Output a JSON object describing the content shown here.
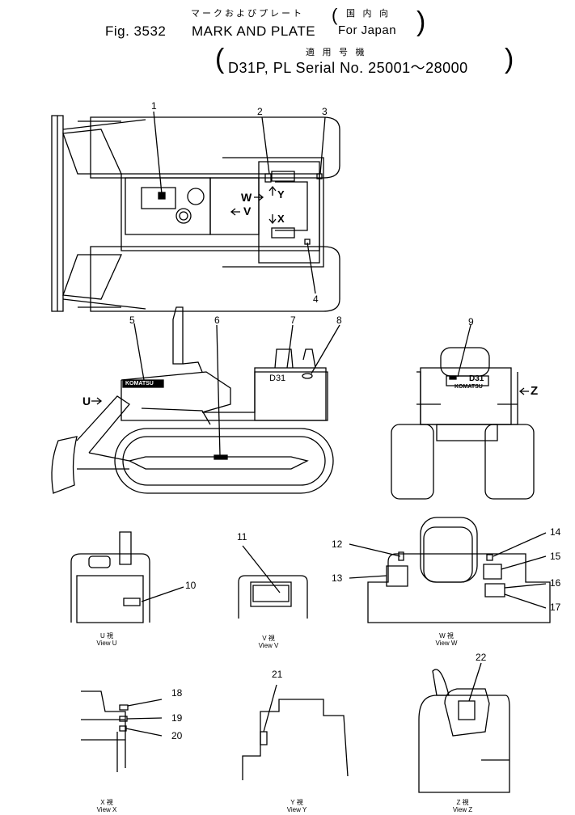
{
  "header": {
    "jp_title": "マークおよびプレート",
    "jp_market": "国 内 向",
    "fig_label": "Fig. 3532",
    "en_title": "MARK AND PLATE",
    "market": "For Japan",
    "jp_applicable": "適 用 号 機",
    "serial_open": "(",
    "serial": "D31P, PL  Serial No. 25001～28000",
    "serial_close": ")"
  },
  "drawing_labels": {
    "brand_side": "KOMATSU",
    "brand_rear": "KOMATSU",
    "model_side": "D31",
    "model_rear": "D31",
    "view_w": "W",
    "view_v": "V",
    "view_y": "Y",
    "view_x": "X",
    "view_u": "U",
    "view_z": "Z"
  },
  "callouts": [
    "1",
    "2",
    "3",
    "4",
    "5",
    "6",
    "7",
    "8",
    "9",
    "10",
    "11",
    "12",
    "13",
    "14",
    "15",
    "16",
    "17",
    "18",
    "19",
    "20",
    "21",
    "22"
  ],
  "views": [
    {
      "jp": "U 視",
      "en": "View  U"
    },
    {
      "jp": "V 視",
      "en": "View  V"
    },
    {
      "jp": "W 視",
      "en": "View  W"
    },
    {
      "jp": "X 視",
      "en": "View  X"
    },
    {
      "jp": "Y 視",
      "en": "View  Y"
    },
    {
      "jp": "Z 視",
      "en": "View  Z"
    }
  ]
}
